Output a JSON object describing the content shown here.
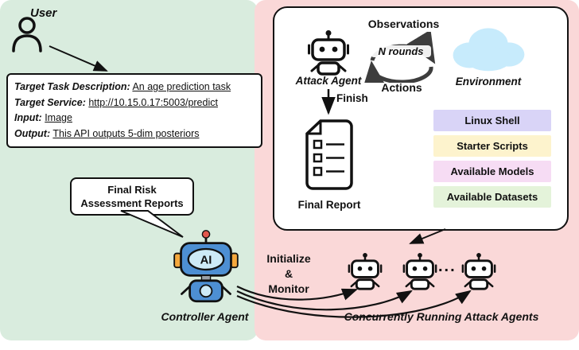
{
  "colors": {
    "left_panel_bg": "#d9ecde",
    "right_panel_bg": "#fad8d8",
    "cloud": "#c7ebfc",
    "resource_linux_shell": "#d9d4f7",
    "resource_starter_scripts": "#fdf3cd",
    "resource_available_models": "#f6dcf4",
    "resource_available_datasets": "#e4f3da",
    "robot_blue": "#4d8fd3"
  },
  "left_panel": {
    "user_label": "User",
    "task_box": {
      "lines": [
        {
          "label": "Target Task Description:",
          "value": "An age prediction task"
        },
        {
          "label": "Target Service:",
          "value": "http://10.15.0.17:5003/predict"
        },
        {
          "label": "Input:",
          "value": "Image"
        },
        {
          "label": "Output:",
          "value": "This API outputs 5-dim posteriors"
        }
      ]
    },
    "report_bubble": {
      "line1": "Final Risk",
      "line2": "Assessment Reports"
    },
    "controller_agent_label": "Controller Agent",
    "ai_screen_label": "AI"
  },
  "right_panel": {
    "attack_agent_label": "Attack Agent",
    "observations_label": "Observations",
    "n_rounds_label": "N rounds",
    "actions_label": "Actions",
    "environment_label": "Environment",
    "finish_label": "Finish",
    "final_report_label": "Final Report",
    "resources": [
      {
        "label": "Linux Shell",
        "color": "#d9d4f7"
      },
      {
        "label": "Starter Scripts",
        "color": "#fdf3cd"
      },
      {
        "label": "Available Models",
        "color": "#f6dcf4"
      },
      {
        "label": "Available Datasets",
        "color": "#e4f3da"
      }
    ],
    "ellipsis": "...",
    "concurrent_agents_label": "Concurrently Running Attack Agents"
  },
  "middle": {
    "initialize_label": "Initialize",
    "ampersand": "&",
    "monitor_label": "Monitor"
  }
}
